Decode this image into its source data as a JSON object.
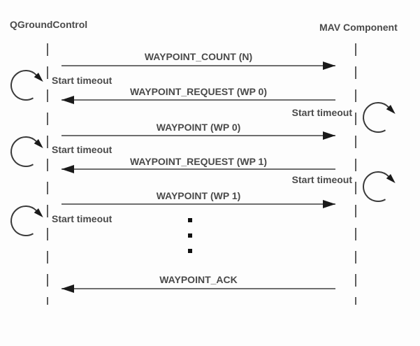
{
  "actors": {
    "left": "QGroundControl",
    "right": "MAV Component"
  },
  "messages": [
    {
      "label": "WAYPOINT_COUNT (N)",
      "direction": "right"
    },
    {
      "label": "WAYPOINT_REQUEST (WP 0)",
      "direction": "left"
    },
    {
      "label": "WAYPOINT (WP 0)",
      "direction": "right"
    },
    {
      "label": "WAYPOINT_REQUEST (WP 1)",
      "direction": "left"
    },
    {
      "label": "WAYPOINT (WP 1)",
      "direction": "right"
    },
    {
      "label": "WAYPOINT_ACK",
      "direction": "left"
    }
  ],
  "timeout_label": "Start timeout",
  "timeouts": [
    {
      "side": "left",
      "after": "WAYPOINT_COUNT (N)"
    },
    {
      "side": "right",
      "after": "WAYPOINT_REQUEST (WP 0)"
    },
    {
      "side": "left",
      "after": "WAYPOINT (WP 0)"
    },
    {
      "side": "right",
      "after": "WAYPOINT_REQUEST (WP 1)"
    },
    {
      "side": "left",
      "after": "WAYPOINT (WP 1)"
    }
  ],
  "colors": {
    "text": "#4a4a4a",
    "line": "#6e6e6e",
    "arrowhead": "#1a1a1a",
    "lifeline": "#5f5f5f",
    "loop": "#3a3a3a",
    "background": "#fdfdfd"
  }
}
